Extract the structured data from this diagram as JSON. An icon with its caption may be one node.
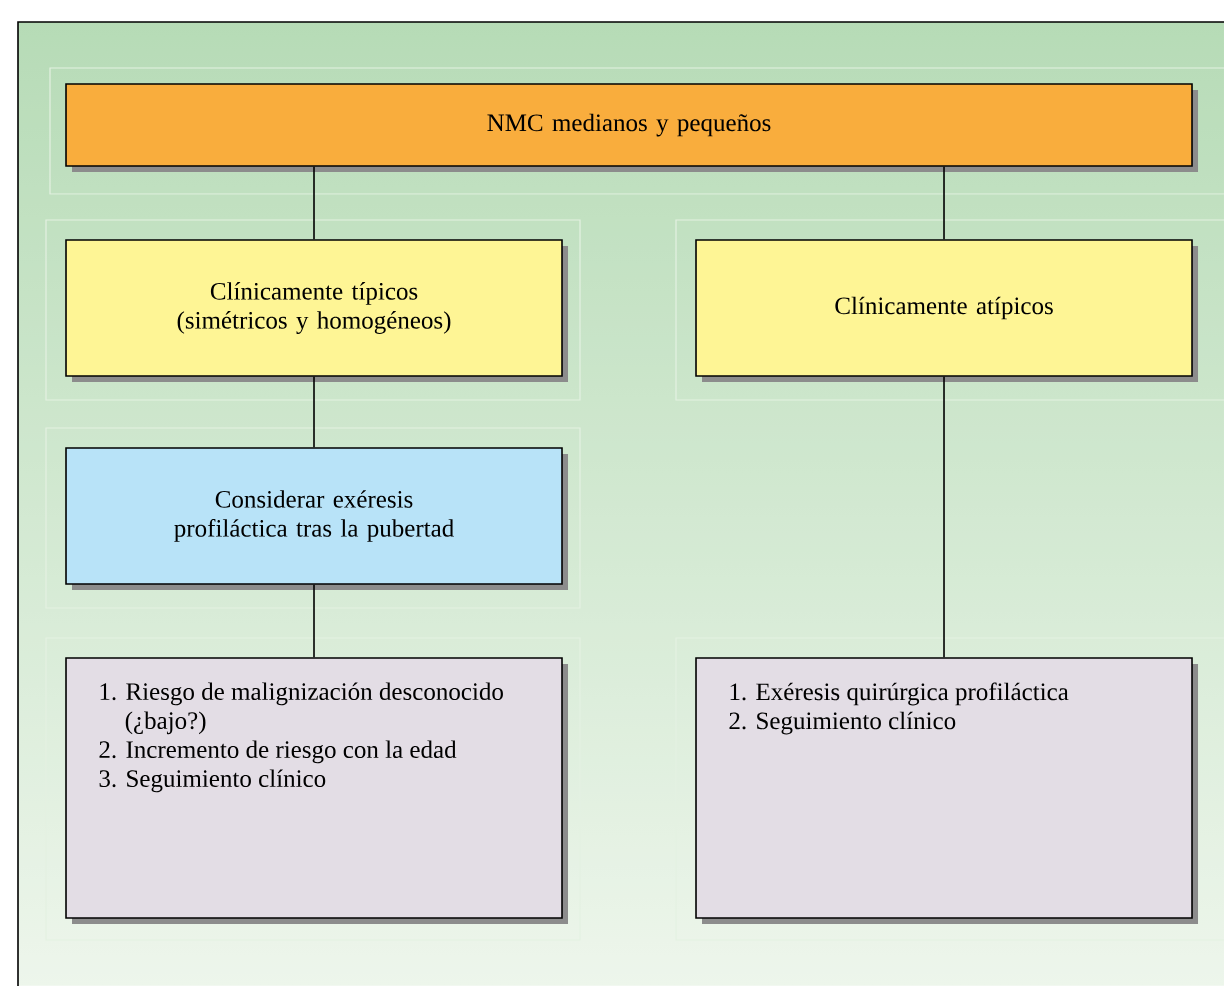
{
  "diagram": {
    "nodes": [
      {
        "text": [
          "NMC medianos y pequeños"
        ]
      },
      {
        "text": [
          "Clínicamente típicos (simétricos y homogéneos)"
        ]
      },
      {
        "text": [
          "Clínicamente atípicos"
        ]
      },
      {
        "text": [
          "Considerar exéresis profiláctica tras la pubertad"
        ]
      },
      {
        "text": [
          "1. Riesgo de malignización desconocido (¿bajo?)",
          "2. Incremento de riesgo con la edad",
          "3. Seguimiento clínico"
        ]
      },
      {
        "text": [
          "1. Exéresis quirúrgica profiláctica",
          "2. Seguimiento clínico"
        ]
      }
    ],
    "edges": [
      {
        "from": 0,
        "to": 1,
        "arrow": "none"
      },
      {
        "from": 0,
        "to": 2,
        "arrow": "none"
      },
      {
        "from": 1,
        "to": 3,
        "arrow": "none"
      },
      {
        "from": 3,
        "to": 4,
        "arrow": "none"
      },
      {
        "from": 2,
        "to": 5,
        "arrow": "none"
      }
    ]
  }
}
